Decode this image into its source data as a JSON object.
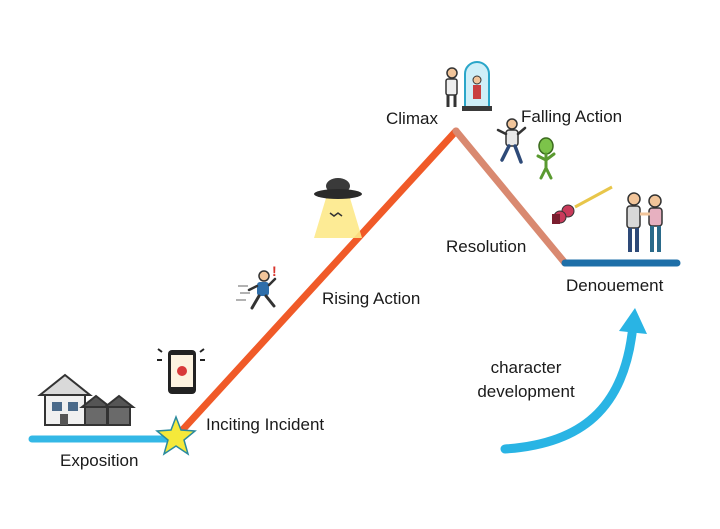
{
  "diagram": {
    "stages": {
      "exposition": "Exposition",
      "inciting_incident": "Inciting Incident",
      "rising_action": "Rising Action",
      "climax": "Climax",
      "falling_action": "Falling Action",
      "resolution": "Resolution",
      "denouement": "Denouement"
    },
    "arrow_caption": "character development"
  },
  "colors": {
    "baseline": "#34b8e6",
    "rising": "#f05a28",
    "falling": "#d98970",
    "denouement_line": "#1e6fa8",
    "arrow": "#29b4e4",
    "star": "#f5e93a",
    "star_stroke": "#2a8a9e"
  },
  "icons": {
    "exposition": "houses-icon",
    "inciting_incident": "phone-alert-icon",
    "rising_action": "running-person-icon",
    "rising_action_2": "ufo-icon",
    "climax": "person-and-capsule-icon",
    "falling_action": "fleeing-person-and-alien-icon",
    "resolution": "raygun-icon",
    "denouement": "hugging-couple-icon",
    "turning_point": "star-icon"
  }
}
